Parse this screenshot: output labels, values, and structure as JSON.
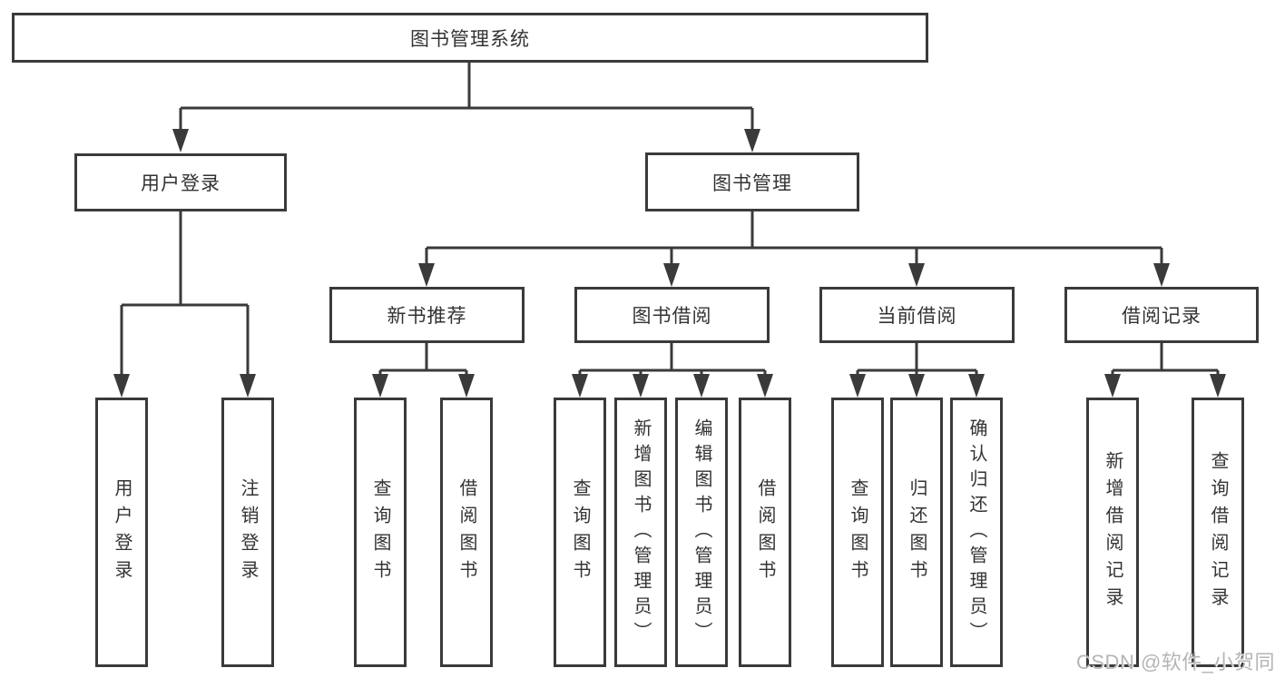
{
  "colors": {
    "line": "#3a3a3a",
    "text": "#333333",
    "wm": "#b5b5b5",
    "bg": "#ffffff"
  },
  "watermark": {
    "text": "CSDN @软件_小贺同学"
  },
  "tree": {
    "root": {
      "label": "图书管理系统"
    },
    "level2": [
      {
        "label": "用户登录",
        "children": [
          {
            "label": "用户登录"
          },
          {
            "label": "注销登录"
          }
        ]
      },
      {
        "label": "图书管理",
        "children": [
          {
            "label": "新书推荐",
            "children": [
              {
                "label": "查询图书"
              },
              {
                "label": "借阅图书"
              }
            ]
          },
          {
            "label": "图书借阅",
            "children": [
              {
                "label": "查询图书"
              },
              {
                "label": "新增图书（管理员）"
              },
              {
                "label": "编辑图书（管理员）"
              },
              {
                "label": "借阅图书"
              }
            ]
          },
          {
            "label": "当前借阅",
            "children": [
              {
                "label": "查询图书"
              },
              {
                "label": "归还图书"
              },
              {
                "label": "确认归还（管理员）"
              }
            ]
          },
          {
            "label": "借阅记录",
            "children": [
              {
                "label": "新增借阅记录"
              },
              {
                "label": "查询借阅记录"
              }
            ]
          }
        ]
      }
    ]
  }
}
